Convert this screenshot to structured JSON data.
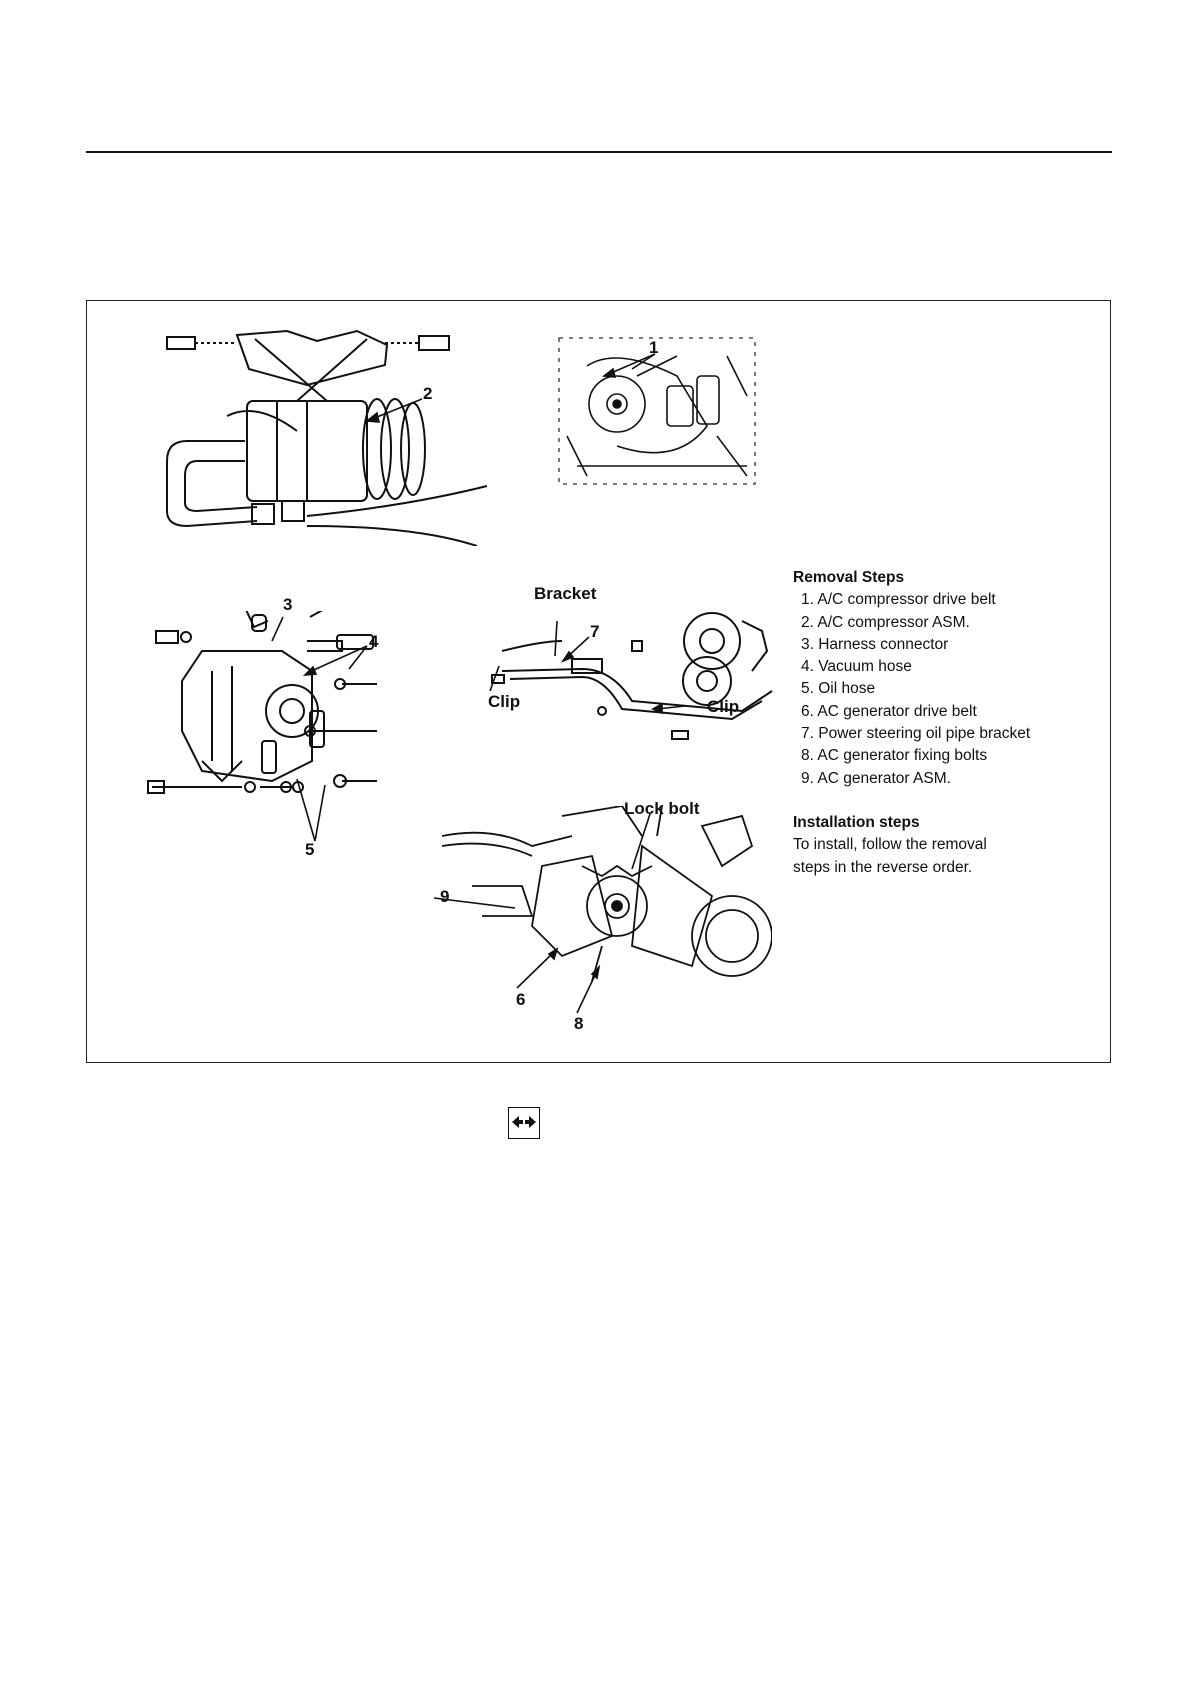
{
  "figure": {
    "callouts": {
      "c1": "1",
      "c2": "2",
      "c3": "3",
      "c4": "4",
      "c5": "5",
      "c6": "6",
      "c7": "7",
      "c8": "8",
      "c9": "9",
      "bracket": "Bracket",
      "clip_left": "Clip",
      "clip_right": "Clip",
      "lock_bolt": "Lock bolt"
    },
    "removal": {
      "heading": "Removal Steps",
      "steps": [
        "1. A/C compressor drive belt",
        "2. A/C compressor ASM.",
        "3. Harness connector",
        "4. Vacuum hose",
        "5. Oil hose",
        "6. AC generator drive belt",
        "7. Power steering oil pipe bracket",
        "8. AC generator fixing bolts",
        "9. AC generator ASM."
      ]
    },
    "installation": {
      "heading": "Installation steps",
      "line1": "To install, follow the removal",
      "line2": "steps in the reverse order."
    }
  },
  "icons": {
    "nav": "double-arrow-icon"
  }
}
